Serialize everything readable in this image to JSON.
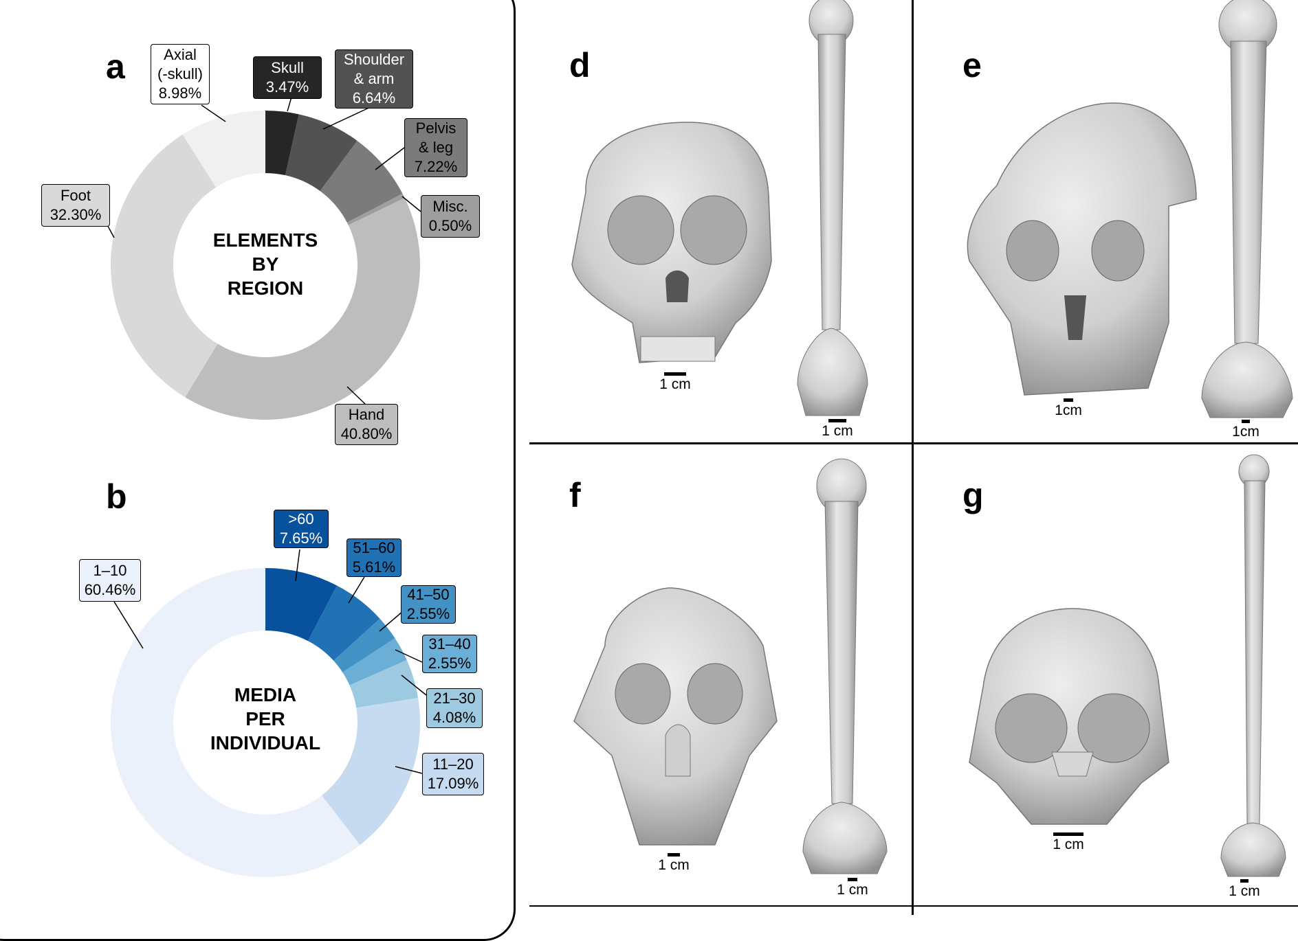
{
  "panel_letters": {
    "a": "a",
    "b": "b",
    "d": "d",
    "e": "e",
    "f": "f",
    "g": "g"
  },
  "chart_data": [
    {
      "type": "pie",
      "variant": "donut",
      "center_label": "ELEMENTS\nBY\nREGION",
      "slices": [
        {
          "name": "Skull",
          "value": 3.47,
          "label": "3.47%",
          "color": "#262626"
        },
        {
          "name": "Shoulder & arm",
          "value": 6.64,
          "label": "6.64%",
          "color": "#525252"
        },
        {
          "name": "Pelvis & leg",
          "value": 7.22,
          "label": "7.22%",
          "color": "#7b7b7b"
        },
        {
          "name": "Misc.",
          "value": 0.5,
          "label": "0.50%",
          "color": "#9e9e9e"
        },
        {
          "name": "Hand",
          "value": 40.8,
          "label": "40.80%",
          "color": "#bdbdbd"
        },
        {
          "name": "Foot",
          "value": 32.3,
          "label": "32.30%",
          "color": "#d9d9d9"
        },
        {
          "name": "Axial (-skull)",
          "value": 8.98,
          "label": "8.98%",
          "color": "#f0f0f0"
        }
      ],
      "box_labels": {
        "skull": [
          "Skull",
          "3.47%"
        ],
        "shoulder": [
          "Shoulder",
          "& arm",
          "6.64%"
        ],
        "pelvis": [
          "Pelvis",
          "& leg",
          "7.22%"
        ],
        "misc": [
          "Misc.",
          "0.50%"
        ],
        "hand": [
          "Hand",
          "40.80%"
        ],
        "foot": [
          "Foot",
          "32.30%"
        ],
        "axial": [
          "Axial",
          "(-skull)",
          "8.98%"
        ]
      }
    },
    {
      "type": "pie",
      "variant": "donut",
      "center_label": "MEDIA\nPER\nINDIVIDUAL",
      "slices": [
        {
          "name": ">60",
          "value": 7.65,
          "label": "7.65%",
          "color": "#08519c"
        },
        {
          "name": "51–60",
          "value": 5.61,
          "label": "5.61%",
          "color": "#2171b5"
        },
        {
          "name": "41–50",
          "value": 2.55,
          "label": "2.55%",
          "color": "#4292c6"
        },
        {
          "name": "31–40",
          "value": 2.55,
          "label": "2.55%",
          "color": "#6baed6"
        },
        {
          "name": "21–30",
          "value": 4.08,
          "label": "4.08%",
          "color": "#9ecae1"
        },
        {
          "name": "11–20",
          "value": 17.09,
          "label": "17.09%",
          "color": "#c6dbef"
        },
        {
          "name": "1–10",
          "value": 60.46,
          "label": "60.46%",
          "color": "#eaf1fb"
        }
      ],
      "box_labels": {
        "gt60": [
          ">60",
          "7.65%"
        ],
        "r51": [
          "51–60",
          "5.61%"
        ],
        "r41": [
          "41–50",
          "2.55%"
        ],
        "r31": [
          "31–40",
          "2.55%"
        ],
        "r21": [
          "21–30",
          "4.08%"
        ],
        "r11": [
          "11–20",
          "17.09%"
        ],
        "r1": [
          "1–10",
          "60.46%"
        ]
      }
    }
  ],
  "scale_bars": {
    "d_skull": "1 cm",
    "d_humerus": "1 cm",
    "e_skull": "1cm",
    "e_humerus": "1cm",
    "f_skull": "1 cm",
    "f_humerus": "1 cm",
    "g_skull": "1 cm",
    "g_humerus": "1 cm"
  },
  "colors": {
    "bone": "#d4d4d4",
    "bone_shadow": "#9a9a9a",
    "bone_light": "#ececec"
  }
}
